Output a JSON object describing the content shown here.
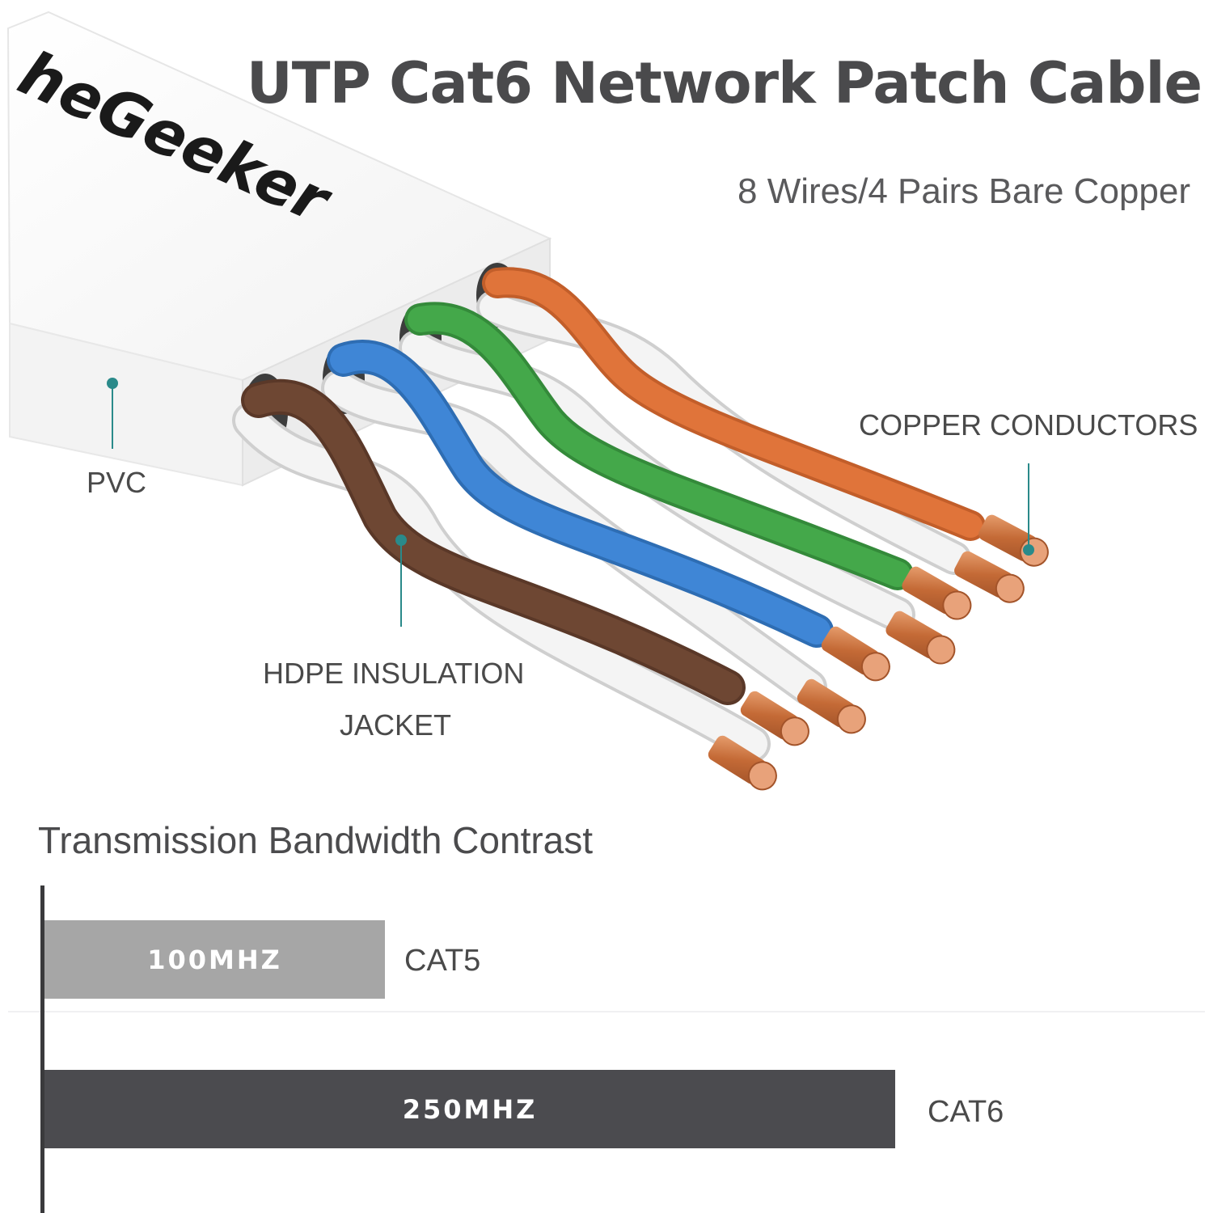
{
  "header": {
    "title": "UTP Cat6 Network Patch Cable",
    "subtitle": "8 Wires/4 Pairs Bare Copper"
  },
  "brand": {
    "logo_text": "heGeeker"
  },
  "callouts": {
    "pvc": "PVC",
    "copper": "COPPER CONDUCTORS",
    "hdpe_line1": "HDPE INSULATION",
    "hdpe_line2": "JACKET"
  },
  "colors": {
    "accent_teal": "#2a8a8a",
    "wire_brown": "#6e4733",
    "wire_blue": "#3f86d6",
    "wire_green": "#44a84a",
    "wire_orange": "#e0743a",
    "copper": "#c8743e"
  },
  "chart_data": {
    "type": "bar",
    "orientation": "horizontal",
    "title": "Transmission Bandwidth Contrast",
    "categories": [
      "CAT5",
      "CAT6"
    ],
    "values": [
      100,
      250
    ],
    "value_labels": [
      "100MHZ",
      "250MHZ"
    ],
    "unit": "MHZ",
    "bar_colors": [
      "#a6a6a6",
      "#4b4b4f"
    ]
  }
}
